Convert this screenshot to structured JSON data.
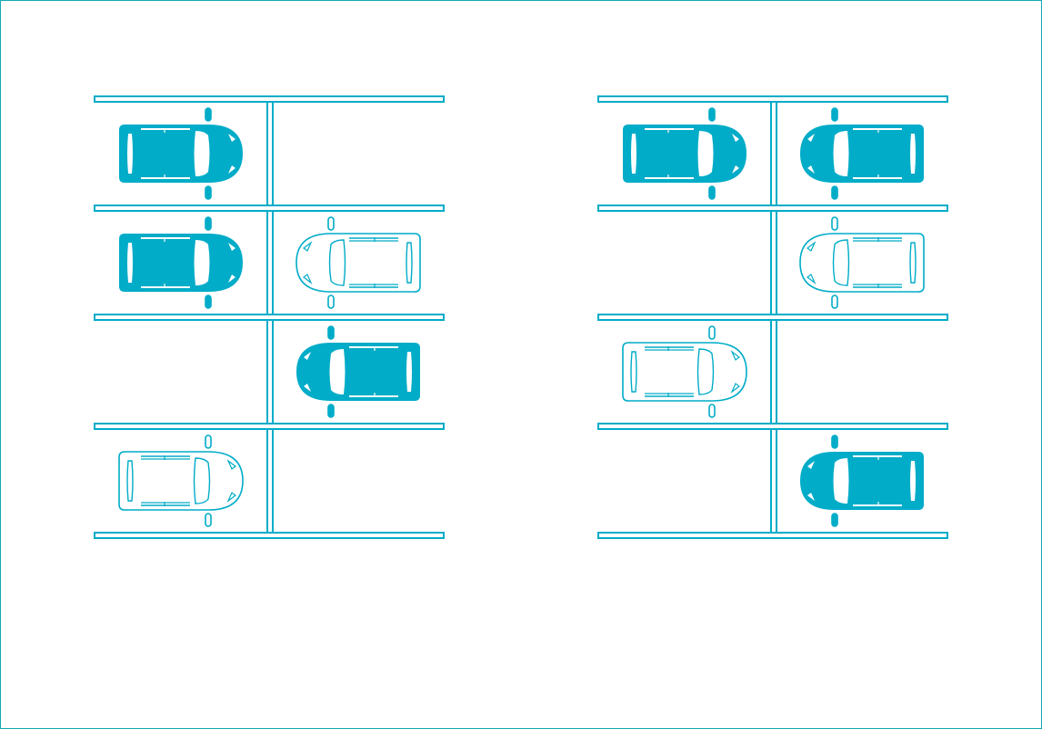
{
  "colors": {
    "teal": "#00acc8",
    "frame": "#12aab4",
    "background": "#ffffff"
  },
  "lots": [
    {
      "name": "parking-lot-left",
      "rows": [
        [
          {
            "car": "filled",
            "facing": "right"
          },
          {
            "car": "none"
          }
        ],
        [
          {
            "car": "filled",
            "facing": "right"
          },
          {
            "car": "outline",
            "facing": "left"
          }
        ],
        [
          {
            "car": "none"
          },
          {
            "car": "filled",
            "facing": "left"
          }
        ],
        [
          {
            "car": "outline",
            "facing": "right"
          },
          {
            "car": "none"
          }
        ]
      ]
    },
    {
      "name": "parking-lot-right",
      "rows": [
        [
          {
            "car": "filled",
            "facing": "right"
          },
          {
            "car": "filled",
            "facing": "left"
          }
        ],
        [
          {
            "car": "none"
          },
          {
            "car": "outline",
            "facing": "left"
          }
        ],
        [
          {
            "car": "outline",
            "facing": "right"
          },
          {
            "car": "none"
          }
        ],
        [
          {
            "car": "none"
          },
          {
            "car": "filled",
            "facing": "left"
          }
        ]
      ]
    }
  ]
}
